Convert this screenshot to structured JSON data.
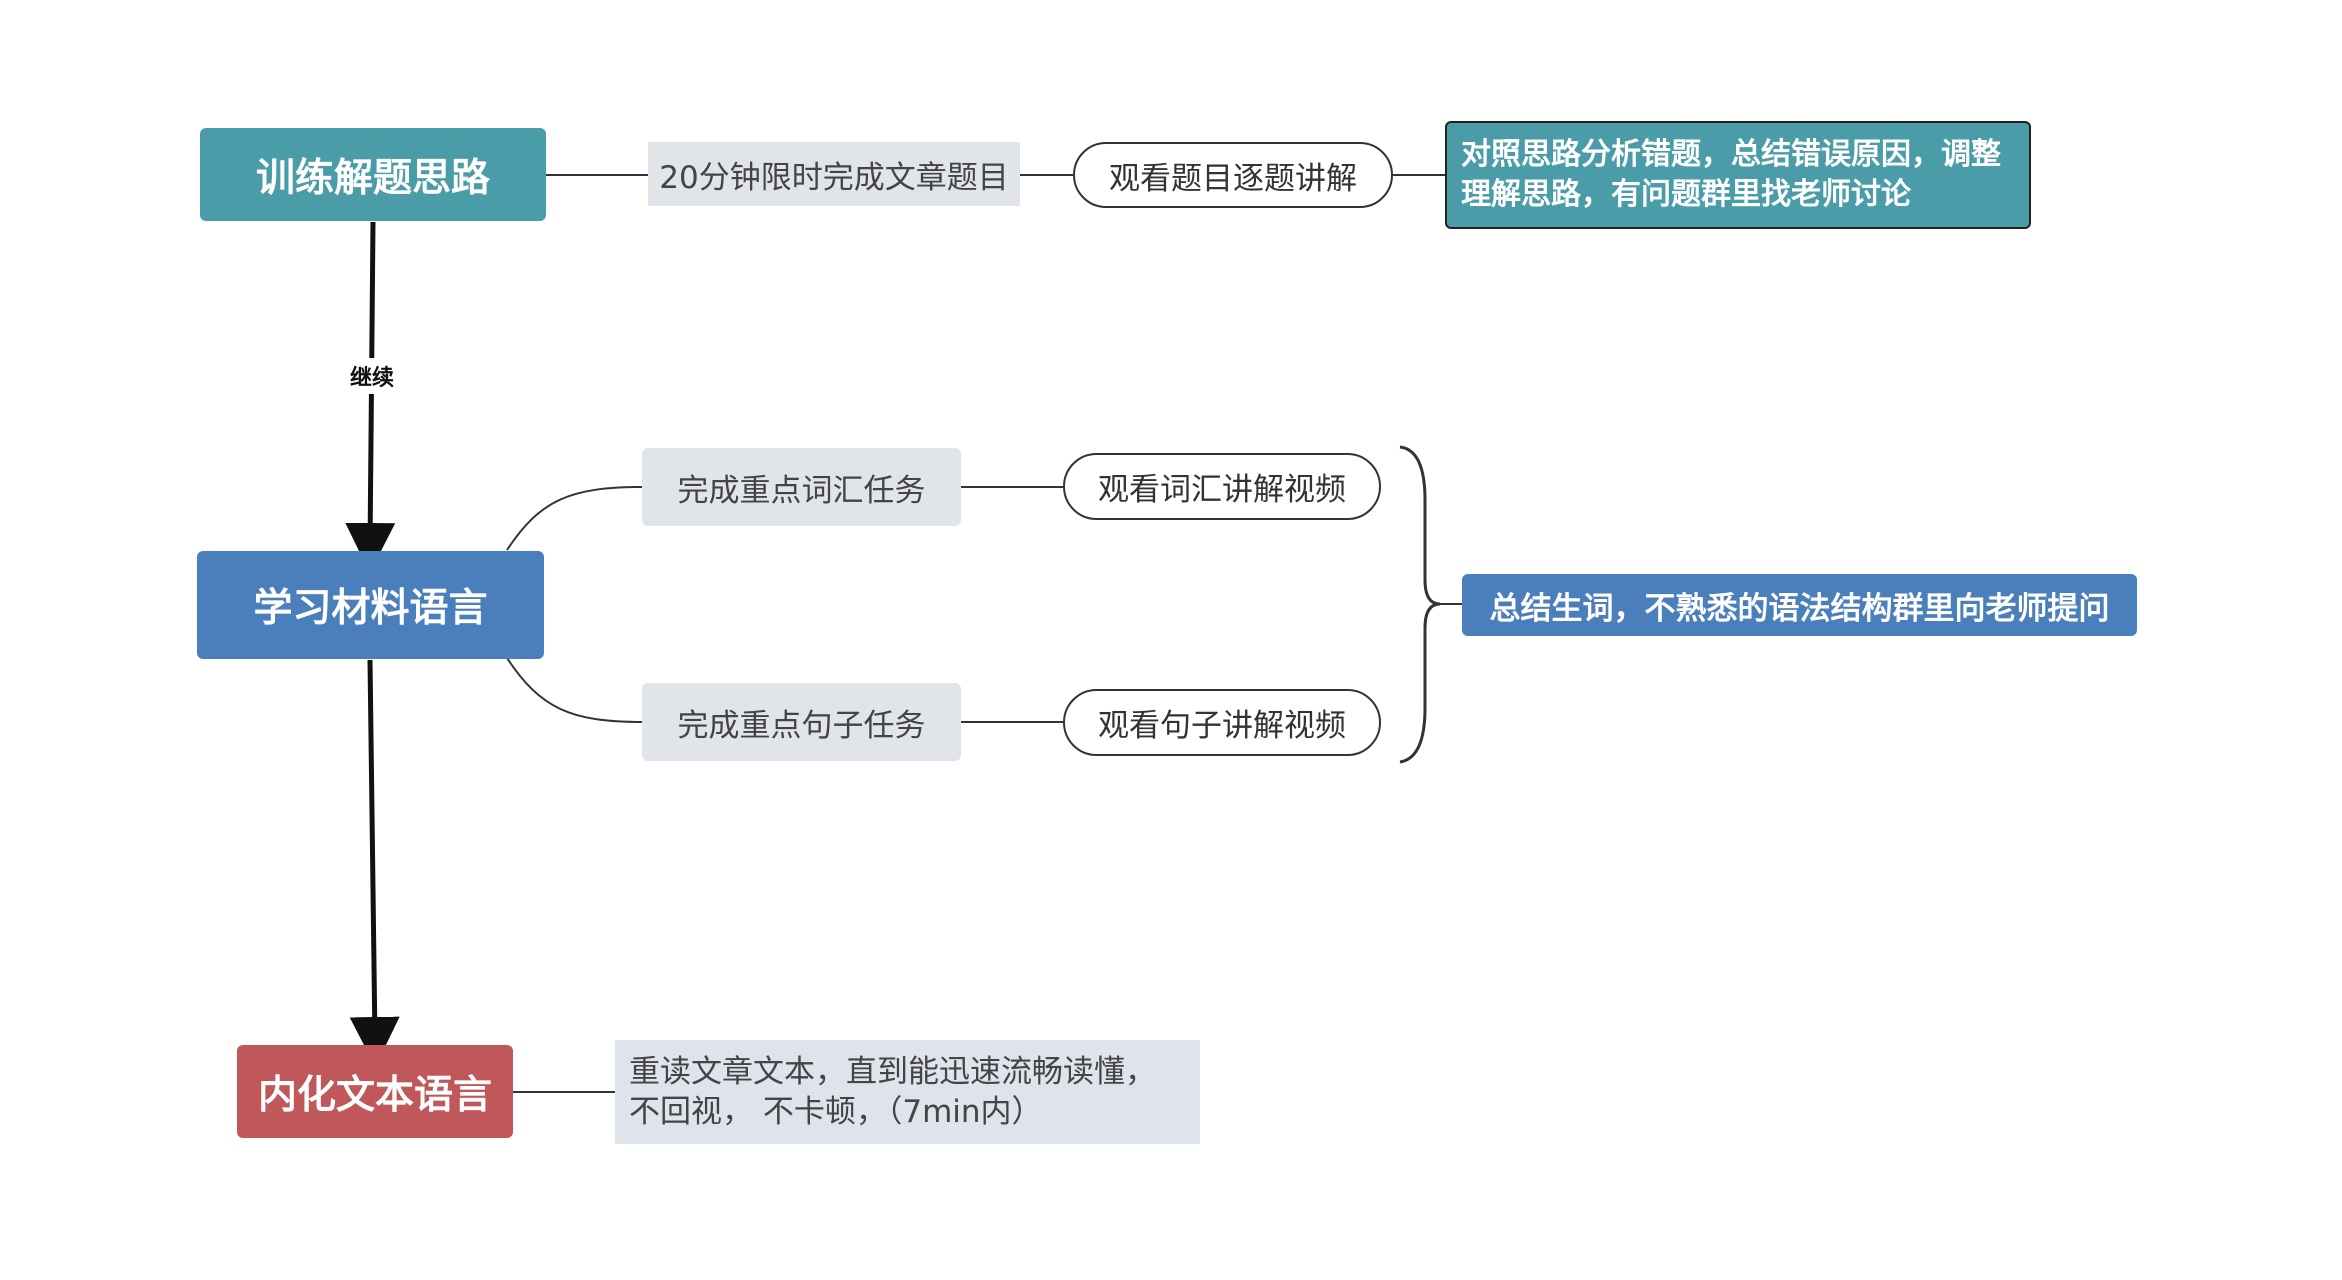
{
  "nodes": {
    "train": "训练解题思路",
    "study": "学习材料语言",
    "internalize": "内化文本语言",
    "timed_task": "20分钟限时完成文章题目",
    "watch_explain": "观看题目逐题讲解",
    "analyze": "对照思路分析错题，总结错误原因，调整理解思路，有问题群里找老师讨论",
    "vocab_task": "完成重点词汇任务",
    "sentence_task": "完成重点句子任务",
    "vocab_video": "观看词汇讲解视频",
    "sentence_video": "观看句子讲解视频",
    "summary": "总结生词，不熟悉的语法结构群里向老师提问",
    "reread": "重读文章文本，直到能迅速流畅读懂，不回视， 不卡顿，（7min内）"
  },
  "edge_labels": {
    "continue": "继续"
  },
  "colors": {
    "teal": "#4a9ca8",
    "blue": "#4a7fbc",
    "red": "#c0575a",
    "grey": "#e1e5e9",
    "line": "#333333"
  }
}
